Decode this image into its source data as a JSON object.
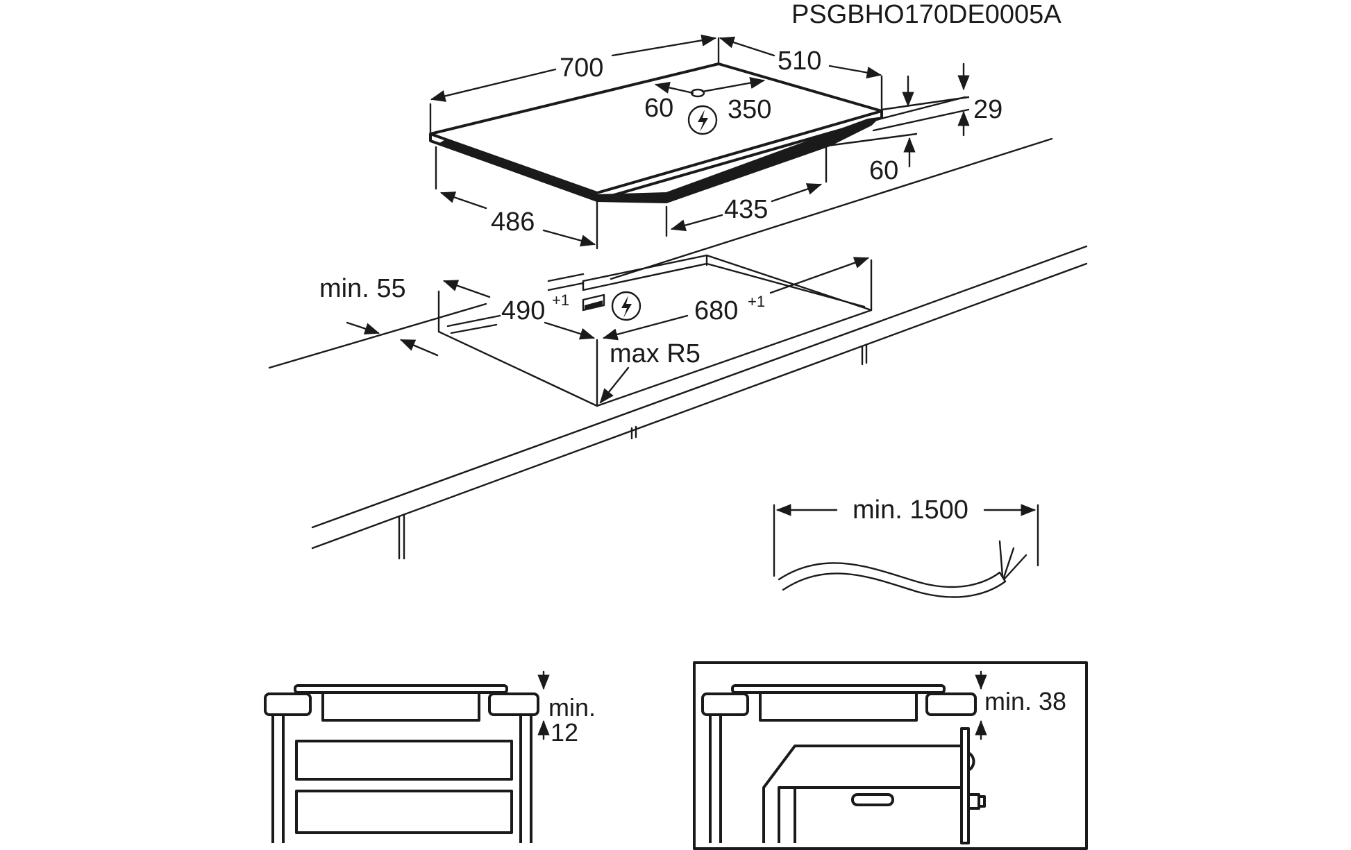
{
  "drawing": {
    "code": "PSGBHO170DE0005A"
  },
  "hob": {
    "width": "700",
    "depth": "510",
    "conn_left": "60",
    "conn_right": "350",
    "height_top": "29",
    "height_box": "60",
    "box_depth": "486",
    "box_width": "435"
  },
  "cutout": {
    "min_front": "min. 55",
    "depth": "490",
    "depth_tol": "+1",
    "width": "680",
    "width_tol": "+1",
    "radius": "max R5"
  },
  "cable": {
    "length": "min. 1500"
  },
  "install_left": {
    "gap_line1": "min.",
    "gap_line2": "12"
  },
  "install_right": {
    "gap": "min. 38"
  },
  "icons": {
    "electric": "lightning-bolt-in-circle"
  }
}
